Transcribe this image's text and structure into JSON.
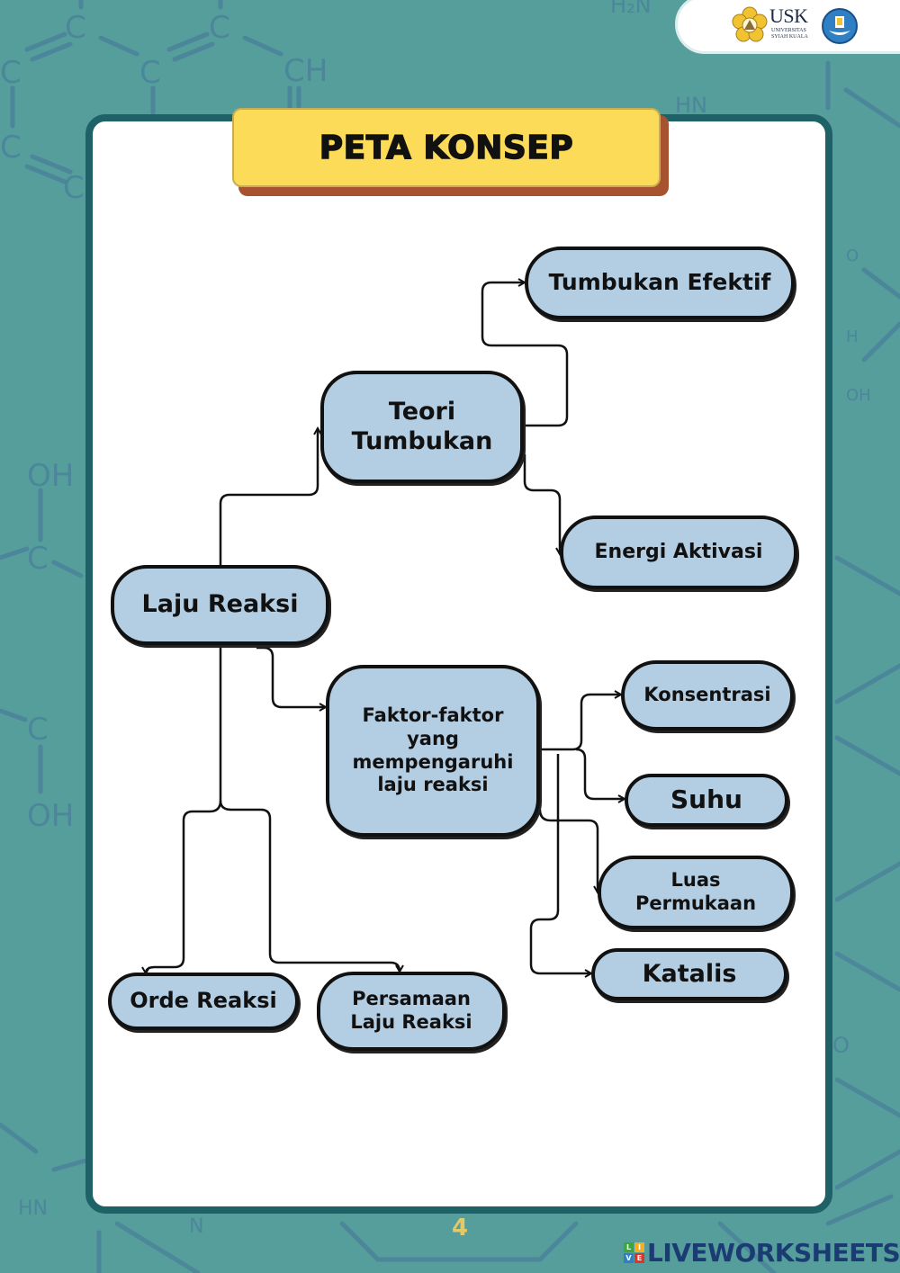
{
  "header": {
    "university_abbr": "USK",
    "university_name_line1": "UNIVERSITAS",
    "university_name_line2": "SYIAH KUALA"
  },
  "title": "PETA KONSEP",
  "concept_map": {
    "nodes": {
      "laju_reaksi": "Laju Reaksi",
      "teori_tumbukan": "Teori Tumbukan",
      "tumbukan_efektif": "Tumbukan Efektif",
      "energi_aktivasi": "Energi Aktivasi",
      "faktor": "Faktor-faktor yang mempengaruhi laju reaksi",
      "konsentrasi": "Konsentrasi",
      "suhu": "Suhu",
      "luas_permukaan": "Luas Permukaan",
      "katalis": "Katalis",
      "orde_reaksi": "Orde Reaksi",
      "persamaan_laju": "Persamaan Laju Reaksi"
    },
    "edges": [
      [
        "laju_reaksi",
        "teori_tumbukan"
      ],
      [
        "teori_tumbukan",
        "tumbukan_efektif"
      ],
      [
        "teori_tumbukan",
        "energi_aktivasi"
      ],
      [
        "laju_reaksi",
        "faktor"
      ],
      [
        "faktor",
        "konsentrasi"
      ],
      [
        "faktor",
        "suhu"
      ],
      [
        "faktor",
        "luas_permukaan"
      ],
      [
        "faktor",
        "katalis"
      ],
      [
        "laju_reaksi",
        "orde_reaksi"
      ],
      [
        "laju_reaksi",
        "persamaan_laju"
      ]
    ]
  },
  "footer": {
    "page_number": "4",
    "brand": "LIVEWORKSHEETS",
    "brand_grid": [
      "L",
      "I",
      "V",
      "E"
    ]
  },
  "colors": {
    "background": "#559e9b",
    "panel_border": "#1e6267",
    "title_fill": "#fcdb58",
    "title_shadow": "#a8532f",
    "node_fill": "#b3cde2",
    "brand": "#1b3b73"
  }
}
